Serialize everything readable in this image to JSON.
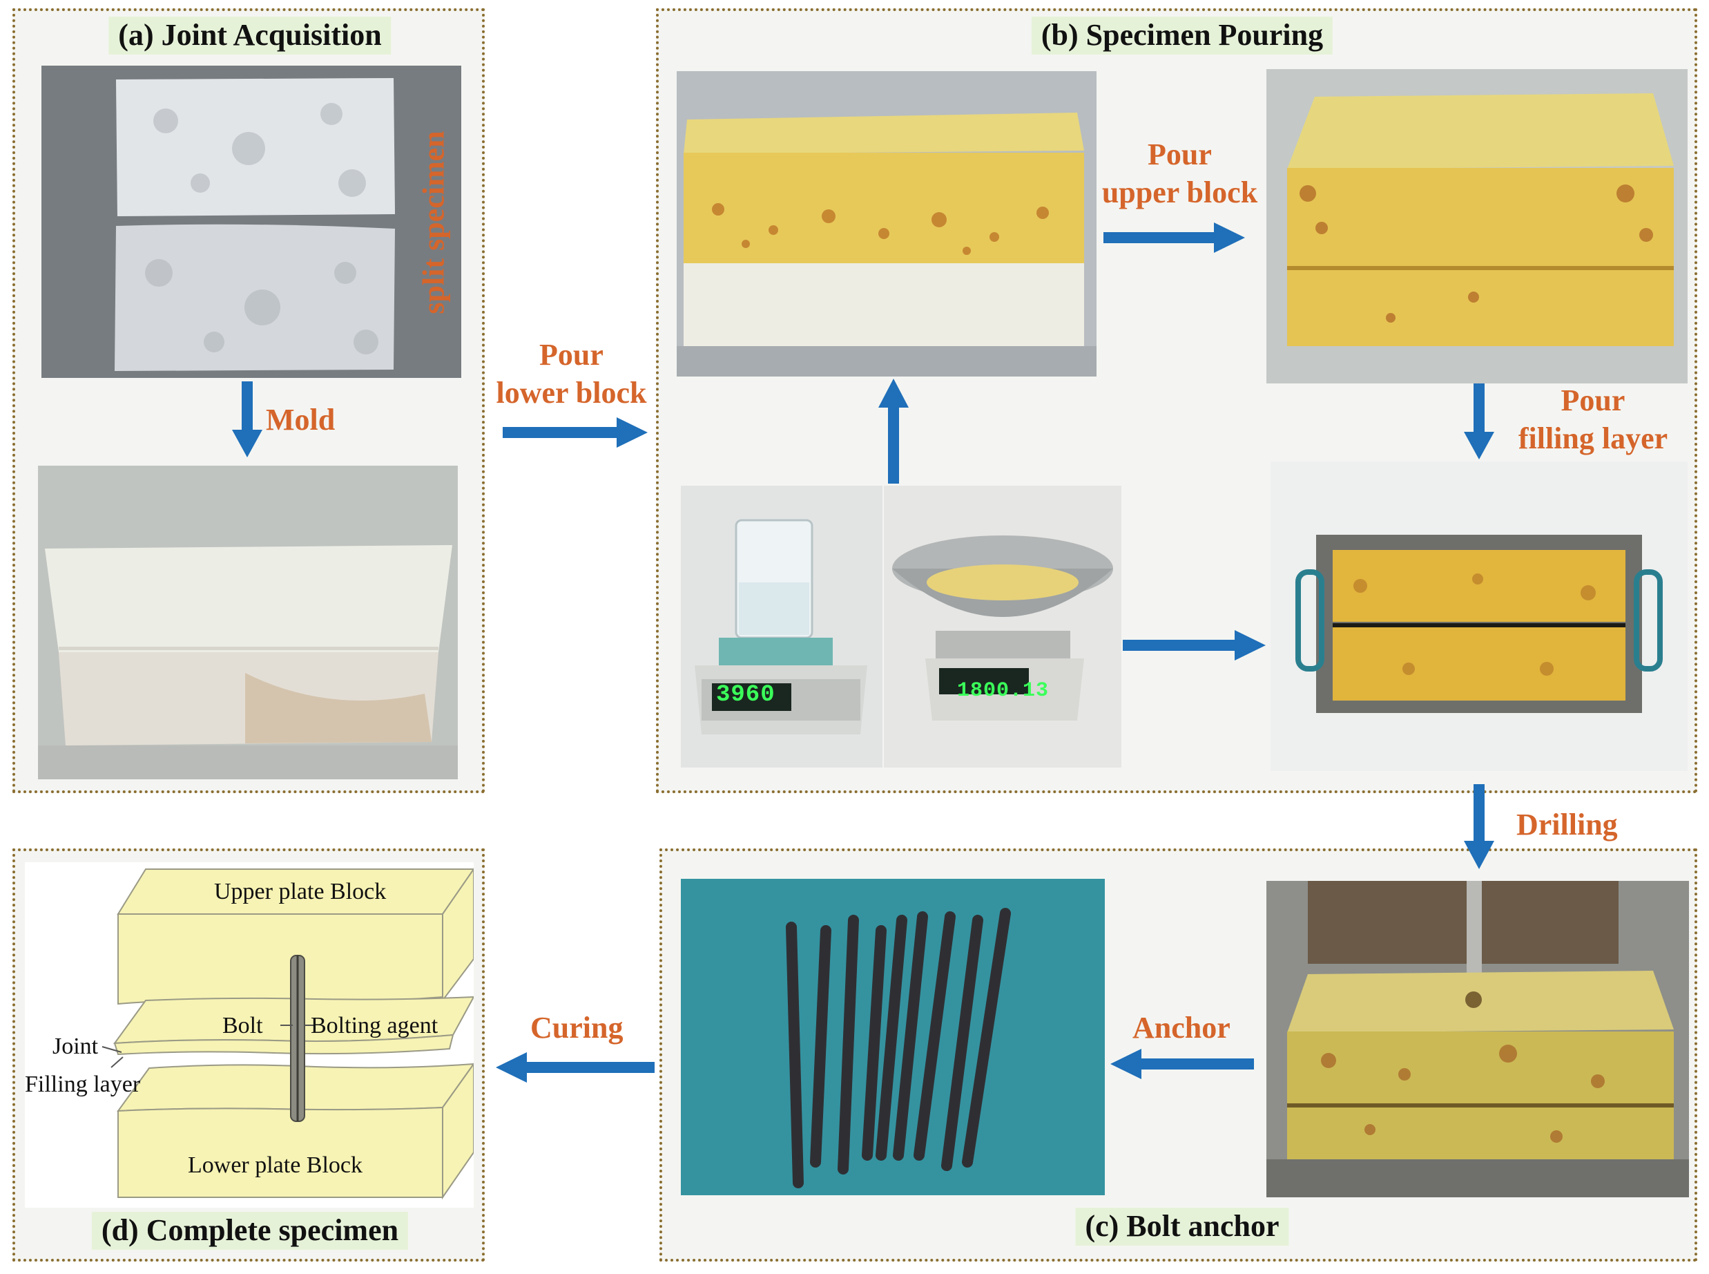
{
  "panels": {
    "a": {
      "title": "(a) Joint Acquisition"
    },
    "b": {
      "title": "(b) Specimen Pouring"
    },
    "c": {
      "title": "(c) Bolt anchor"
    },
    "d": {
      "title": "(d) Complete specimen"
    }
  },
  "labels": {
    "split_specimen": "split specimen",
    "mold": "Mold",
    "pour_lower": "Pour\nlower block",
    "pour_upper": "Pour\nupper block",
    "pour_filling": "Pour\nfilling layer",
    "drilling": "Drilling",
    "anchor": "Anchor",
    "curing": "Curing"
  },
  "diagram": {
    "upper": "Upper plate Block",
    "lower": "Lower plate Block",
    "bolt": "Bolt",
    "agent": "Bolting agent",
    "joint": "Joint",
    "filling": "Filling layer"
  },
  "scales": {
    "left": "3960",
    "right": "1800.13"
  },
  "colors": {
    "arrow": "#1f6fb9",
    "label": "#d5652b",
    "panel_border": "#8a6d2f",
    "title_bg": "#e6f2d8",
    "block_fill": "#f7f3b4"
  }
}
